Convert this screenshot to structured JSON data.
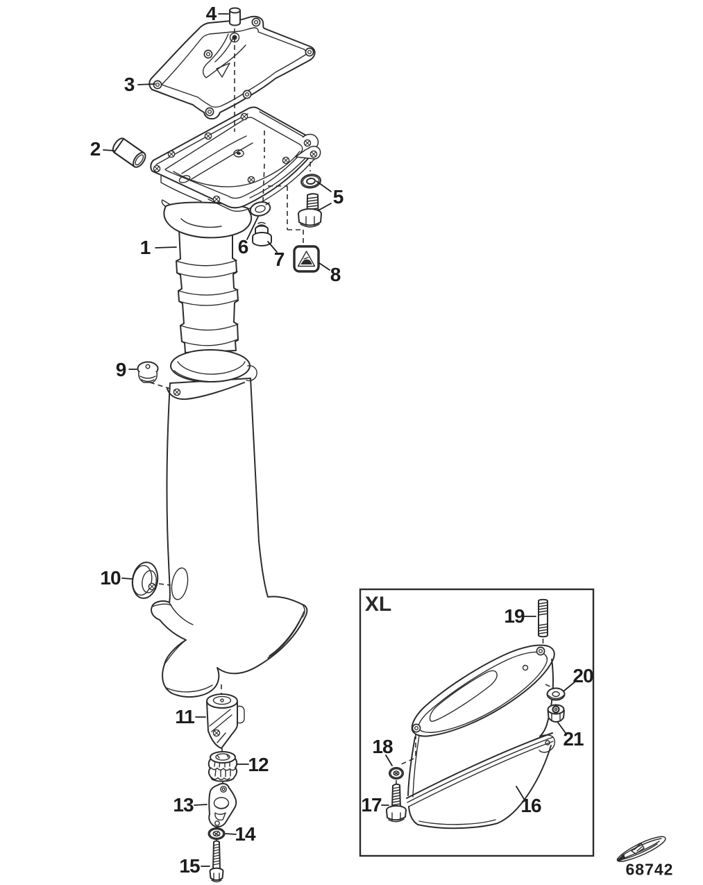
{
  "diagram": {
    "inset_label": "XL",
    "drawing_number": "68742",
    "icons": {
      "bottom_right_logo": "speedboat-line-art",
      "part8_decal": "hazard-warning-triangle"
    },
    "callouts": [
      {
        "num": "1"
      },
      {
        "num": "2"
      },
      {
        "num": "3"
      },
      {
        "num": "4"
      },
      {
        "num": "5"
      },
      {
        "num": "6"
      },
      {
        "num": "7"
      },
      {
        "num": "8"
      },
      {
        "num": "9"
      },
      {
        "num": "10"
      },
      {
        "num": "11"
      },
      {
        "num": "12"
      },
      {
        "num": "13"
      },
      {
        "num": "14"
      },
      {
        "num": "15"
      },
      {
        "num": "16"
      },
      {
        "num": "17"
      },
      {
        "num": "18"
      },
      {
        "num": "19"
      },
      {
        "num": "20"
      },
      {
        "num": "21"
      }
    ]
  }
}
